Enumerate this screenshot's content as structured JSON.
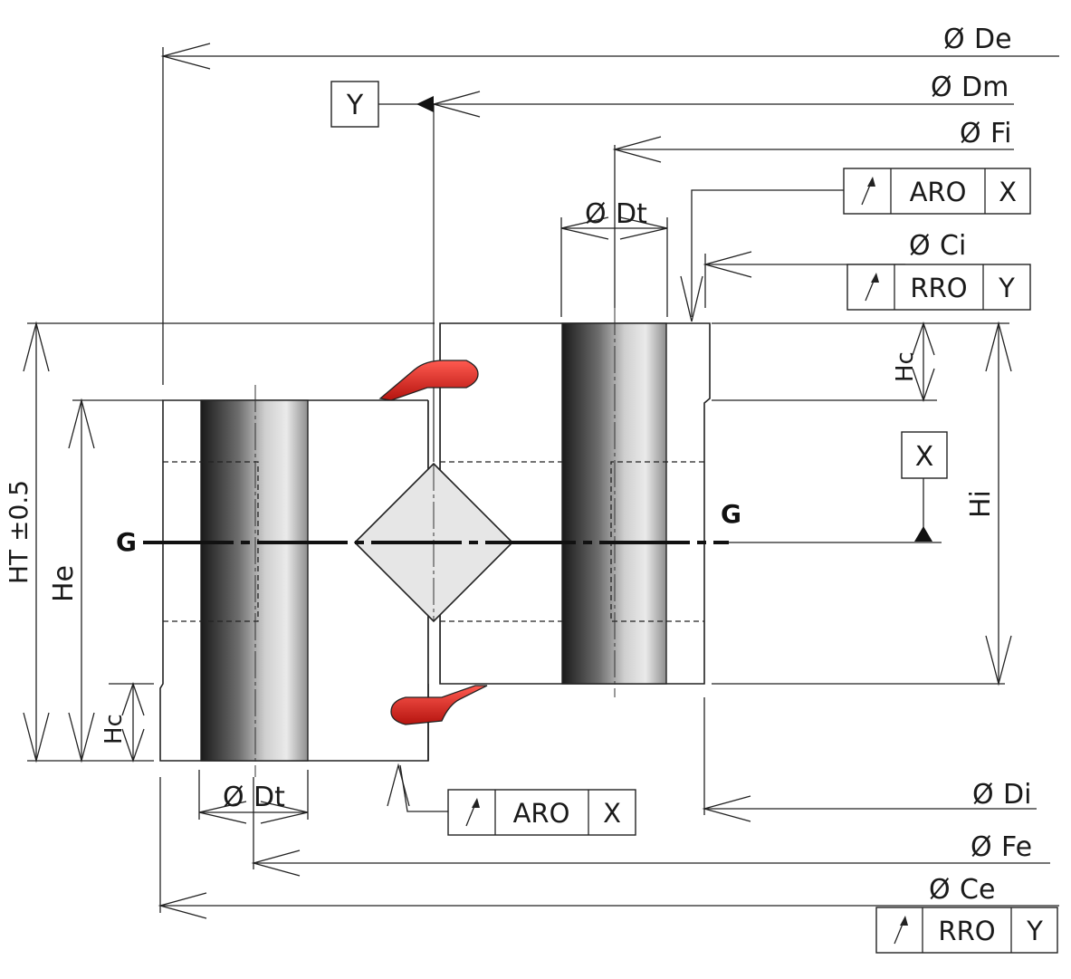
{
  "dimensions": {
    "De": "De",
    "Dm": "Dm",
    "Fi": "Fi",
    "Ci": "Ci",
    "Dt_top": "Dt",
    "Dt_bottom": "Dt",
    "Di": "Di",
    "Fe": "Fe",
    "Ce": "Ce",
    "HT": "HT ±0.5",
    "He": "He",
    "Hi": "Hi",
    "Hc_left": "Hc",
    "Hc_right": "Hc"
  },
  "diameter_symbol": "Ø",
  "datums": {
    "Y": "Y",
    "X": "X"
  },
  "plane_labels": {
    "left": "G",
    "right": "G"
  },
  "tolerance_frames": {
    "inner_axial": {
      "symbol": "runout-arrow-icon",
      "type": "ARO",
      "datum": "X"
    },
    "inner_radial": {
      "symbol": "runout-arrow-icon",
      "type": "RRO",
      "datum": "Y"
    },
    "outer_axial": {
      "symbol": "runout-arrow-icon",
      "type": "ARO",
      "datum": "X"
    },
    "outer_radial": {
      "symbol": "runout-arrow-icon",
      "type": "RRO",
      "datum": "Y"
    }
  },
  "colors": {
    "seal": "#d9231f",
    "section_fill": "#cfcfcf",
    "roller_fill": "#e6e6e6"
  }
}
